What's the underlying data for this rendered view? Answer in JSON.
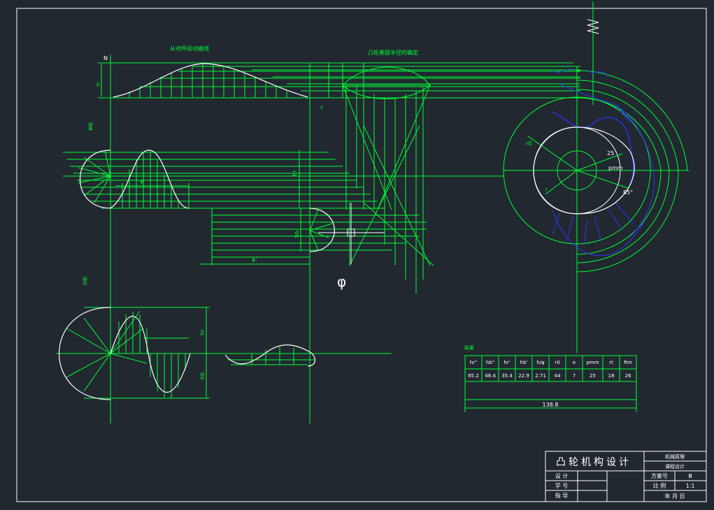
{
  "drawing": {
    "left_section_mark": "N",
    "mark_h": "h",
    "label_follower_curve": "从动件运动曲线",
    "label_cam_radius": "凸轮基圆半径的确定",
    "mark_c": "c",
    "mark_hr": "hr",
    "mark_phi": "φ",
    "mark_phi_prime": "φ'",
    "mark_hb": "hb",
    "mark_small_r": "r",
    "mark_r0": "r0",
    "mark_pmm": "pmm",
    "mark_25": "25",
    "mark_85": "85°",
    "left_mark_1": "推程",
    "left_mark_2": "回程",
    "bottom_hr": "hr",
    "bottom_hb": "hb"
  },
  "results_table": {
    "title": "结果",
    "headers": [
      "hr\"",
      "hb\"",
      "hr'",
      "hb'",
      "h/φ",
      "r0",
      "e",
      "pmm",
      "rt",
      "Rm"
    ],
    "values": [
      "65.2",
      "48.4",
      "35.4",
      "22.9",
      "2.71",
      "44",
      "7",
      "25",
      "18",
      "26"
    ],
    "total_width": "138.8"
  },
  "title_block": {
    "title": "凸轮机构设计",
    "course_line1": "机械原理",
    "course_line2": "课程设计",
    "row_design": "设  计",
    "row_student_id": "学  号",
    "row_guide": "指  导",
    "label_scheme": "方案号",
    "scheme_value": "Ⅲ",
    "label_scale": "比  例",
    "scale_value": "1:1",
    "date_label": "年    月    日"
  }
}
